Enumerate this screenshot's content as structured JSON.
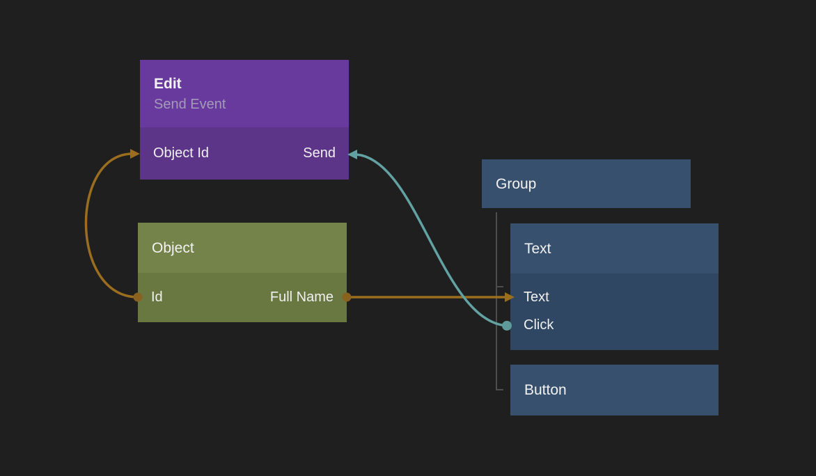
{
  "colors": {
    "background": "#1f1f1f",
    "edit-header": "#693a9e",
    "edit-body": "#5c3588",
    "object-header": "#74834a",
    "object-body": "#697841",
    "blue-header": "#36506e",
    "blue-body": "#2f4763",
    "tree-line": "#4d4d4d",
    "edge-orange": "#9a6e1e",
    "dot-orange": "#8a6220",
    "edge-teal": "#63a2a2",
    "dot-teal": "#5f9a9a",
    "title-text": "#f2f2f2",
    "subtitle-text": "#a49bb8",
    "port-text": "#f0f0f0"
  },
  "nodes": {
    "edit": {
      "title": "Edit",
      "subtitle": "Send Event",
      "ports": {
        "input": "Object Id",
        "output": "Send"
      }
    },
    "object": {
      "title": "Object",
      "ports": {
        "output_left": "Id",
        "output_right": "Full Name"
      }
    },
    "group": {
      "title": "Group"
    },
    "text": {
      "title": "Text",
      "ports": {
        "input": "Text",
        "event": "Click"
      }
    },
    "button": {
      "title": "Button"
    }
  },
  "connections": [
    {
      "from": "Object.Id",
      "to": "Edit.Object Id",
      "color": "#9a6e1e",
      "style": "curve"
    },
    {
      "from": "Object.Full Name",
      "to": "Text.Text",
      "color": "#9a6e1e",
      "style": "straight"
    },
    {
      "from": "Text.Click",
      "to": "Edit.Send",
      "color": "#63a2a2",
      "style": "curve"
    }
  ]
}
